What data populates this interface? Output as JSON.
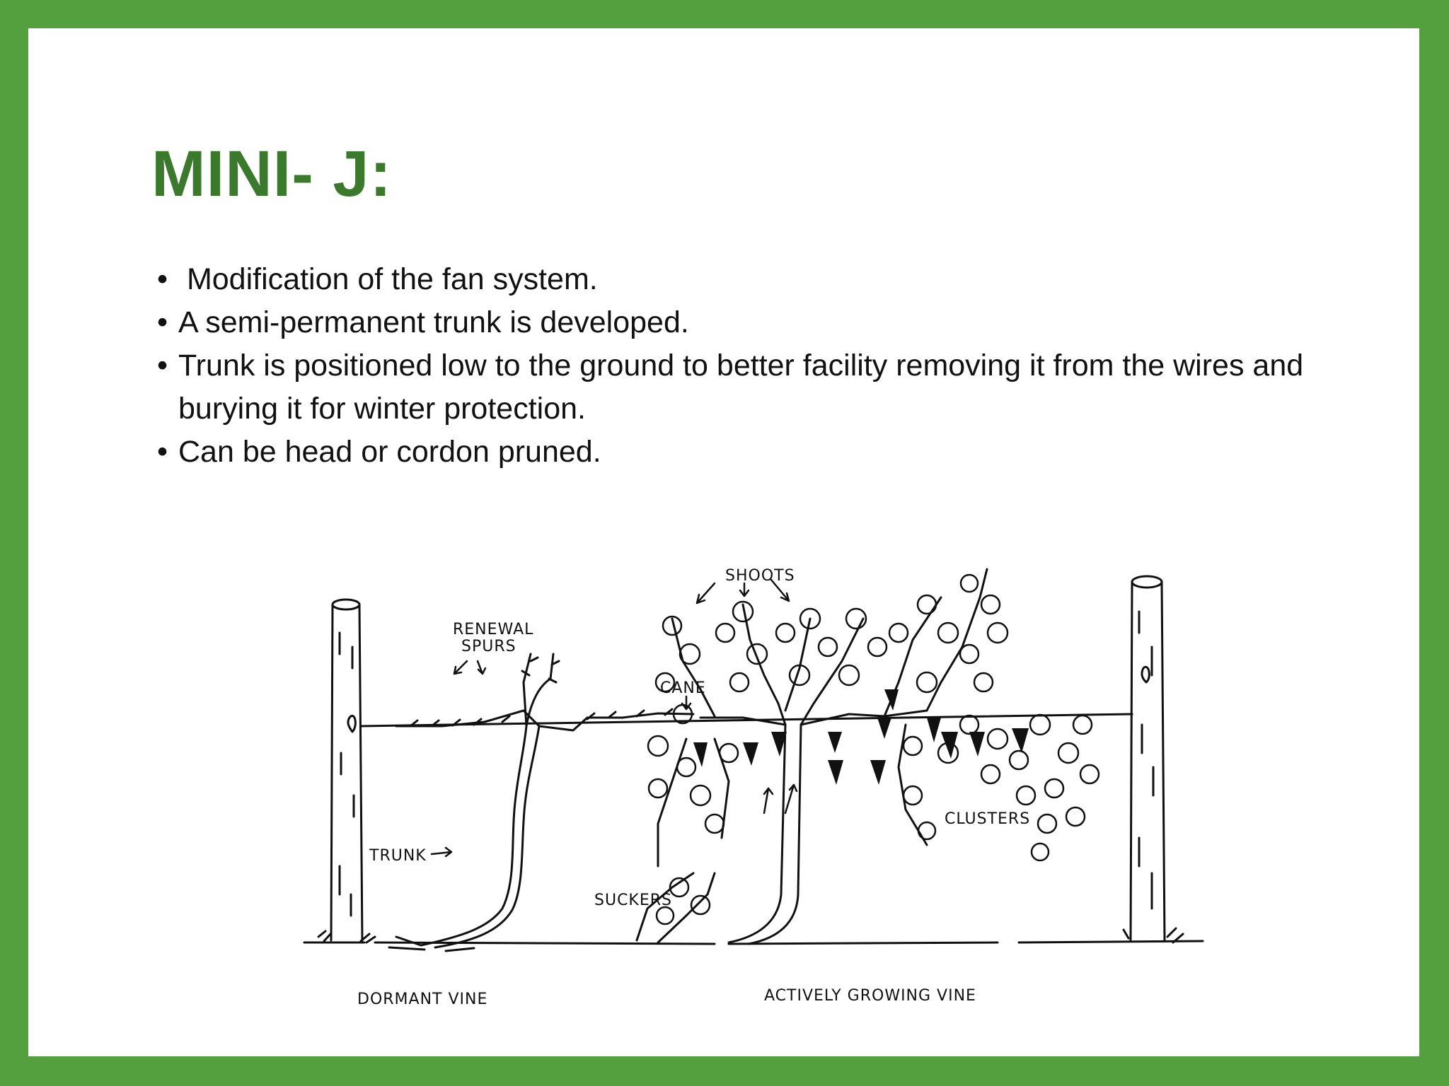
{
  "slide": {
    "title": "MINI- J:",
    "bullets": [
      " Modification of the fan system.",
      "A semi-permanent trunk is developed.",
      "Trunk is positioned low to the ground to better facility removing it from the wires and burying it for winter protection.",
      "Can be head or cordon pruned."
    ],
    "bullet_char": "•"
  },
  "diagram": {
    "labels": {
      "shoots": "SHOOTS",
      "renewal_spurs_line1": "RENEWAL",
      "renewal_spurs_line2": "SPURS",
      "cane": "CANE",
      "trunk": "TRUNK",
      "clusters": "CLUSTERS",
      "suckers": "SUCKERS",
      "dormant_vine": "DORMANT VINE",
      "actively_growing_vine": "ACTIVELY GROWING VINE"
    }
  },
  "colors": {
    "frame": "#55a03e",
    "title": "#3b7a2c",
    "text": "#111111"
  }
}
